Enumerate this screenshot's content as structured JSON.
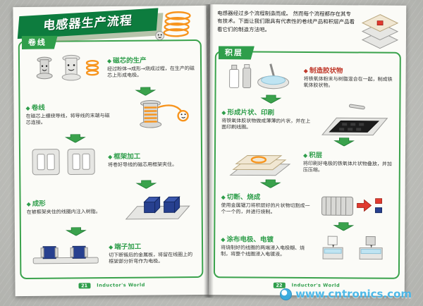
{
  "colors": {
    "accent_green": "#2f9e4b",
    "banner_green": "#0d7c3e",
    "watermark_blue": "#45b6e8",
    "board_gray": "#c6c7c2"
  },
  "title_banner": "电感器生产流程",
  "intro": {
    "line1": "电感器经过多个流程制造而成。",
    "line2": "然而每个流程都存在其专有技术。下面让我们跟具有代表性的卷线产品和积层产品看看它们的制造方法吧。"
  },
  "left_page": {
    "section_label": "卷线",
    "page_number": "21",
    "footer_text": "Inductor's World",
    "steps": [
      {
        "label": "磁芯的生产",
        "desc": "经过粉体→成形→烧成过程，在生产的磁芯上形成电极。"
      },
      {
        "label": "卷线",
        "desc": "在磁芯上缠绕导线，将导线的末端与磁芯连接。"
      },
      {
        "label": "框架加工",
        "desc": "将卷好导线的磁芯用框架夹住。"
      },
      {
        "label": "成形",
        "desc": "在被框架夹住的线圈内注入树脂。"
      },
      {
        "label": "端子加工",
        "desc": "切下断锻后的金属板，将留在线圈上的框架部分折弯作为电极。"
      }
    ]
  },
  "right_page": {
    "section_label": "积层",
    "page_number": "22",
    "footer_text": "Inductor's World",
    "steps": [
      {
        "label": "制造胶状物",
        "desc": "将铁氧体粉末与树脂混合在一起，制成铁氧体胶状物。"
      },
      {
        "label": "形成片状、印刷",
        "desc": "将铁氧体胶状物做成薄薄的片状，并在上面印刷线圈。"
      },
      {
        "label": "积层",
        "desc": "将印刷好电极的铁氧体片状物叠放，并加压压缩。"
      },
      {
        "label": "切断、烧成",
        "desc": "使用金属锯刀将积层好的片状物切割成一个一个的，并进行烧制。"
      },
      {
        "label": "涂布电极、电镀",
        "desc": "将烧制好的线圈的两端浸入电极糊、烧制，将整个线圈浸入电镀液。"
      }
    ]
  },
  "watermark": {
    "text": "www.cntronics.com"
  }
}
